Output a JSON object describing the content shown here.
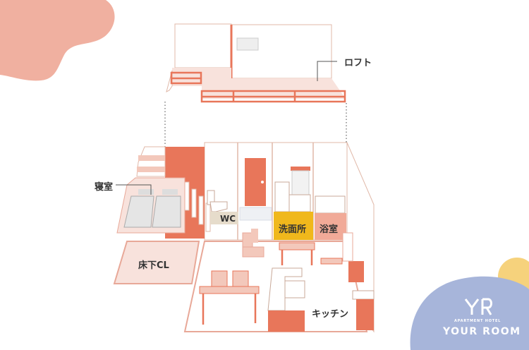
{
  "diagram": {
    "type": "isometric floor plan",
    "colors": {
      "accent": "#e8765a",
      "light_pink": "#f8e2dc",
      "salmon": "#f0b0a0",
      "yellow": "#f0b81c",
      "wc_beige": "#e6dccb",
      "bath_pink": "#f1aa98",
      "blob_pink": "#f0b0a0",
      "logo_blue": "#a7b5da",
      "logo_yellow": "#f6d27c"
    },
    "labels": {
      "loft": "ロフト",
      "bedroom": "寝室",
      "underfloor_closet": "床下CL",
      "wc": "WC",
      "washroom": "洗面所",
      "bathroom": "浴室",
      "kitchen": "キッチン"
    }
  },
  "logo": {
    "mark": "YR",
    "subtitle": "APARTMENT HOTEL",
    "name": "YOUR ROOM"
  }
}
